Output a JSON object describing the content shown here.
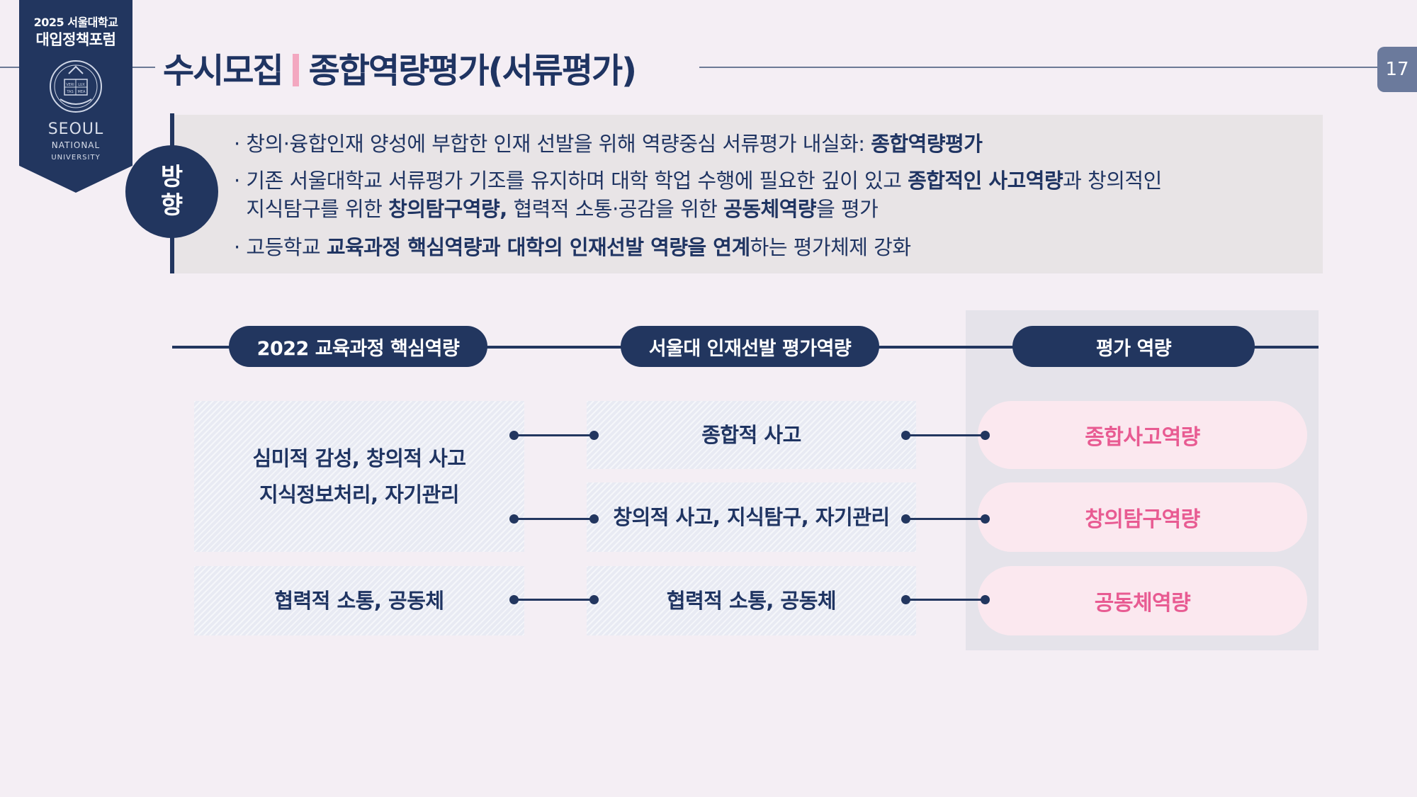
{
  "badge": {
    "line1": "2025 서울대학교",
    "line2": "대입정책포럼",
    "emblem_text": [
      "VERI",
      "LUX",
      "TAS",
      "MEA"
    ],
    "univ1": "SEOUL",
    "univ2": "NATIONAL",
    "univ3": "UNIVERSITY"
  },
  "title": {
    "part1": "수시모집",
    "part2": "종합역량평가(서류평가)"
  },
  "page_number": "17",
  "direction": {
    "label_top": "방",
    "label_bottom": "향",
    "bullets": [
      {
        "pre": "· 창의·융합인재 양성에 부합한 인재 선발을 위해 역량중심 서류평가 내실화: ",
        "bold": "종합역량평가"
      },
      {
        "pre": "· 기존 서울대학교 서류평가 기조를 유지하며 대학 학업 수행에 필요한 깊이 있고 ",
        "bold": "종합적인 사고역량",
        "post": "과 창의적인"
      },
      {
        "pre": "  지식탐구를 위한 ",
        "bold": "창의탐구역량,",
        "mid": " 협력적 소통·공감을 위한 ",
        "bold2": "공동체역량",
        "post": "을 평가"
      },
      {
        "pre": "· 고등학교 ",
        "bold": "교육과정 핵심역량과 대학의 인재선발 역량을 연계",
        "post": "하는 평가체제 강화"
      }
    ]
  },
  "headers": {
    "col1": "2022 교육과정 핵심역량",
    "col2": "서울대 인재선발 평가역량",
    "col3": "평가 역량"
  },
  "col1": {
    "cell1_line1": "심미적 감성, 창의적 사고",
    "cell1_line2": "지식정보처리, 자기관리",
    "cell2": "협력적 소통, 공동체"
  },
  "col2": {
    "cell1": "종합적 사고",
    "cell2": "창의적 사고, 지식탐구, 자기관리",
    "cell3": "협력적 소통, 공동체"
  },
  "col3": {
    "cell1": "종합사고역량",
    "cell2": "창의탐구역량",
    "cell3": "공동체역량"
  },
  "colors": {
    "navy": "#22365f",
    "accent_pink": "#e85b92",
    "title_bar_pink": "#f3a8c0",
    "page_bg": "#f4eef4"
  }
}
